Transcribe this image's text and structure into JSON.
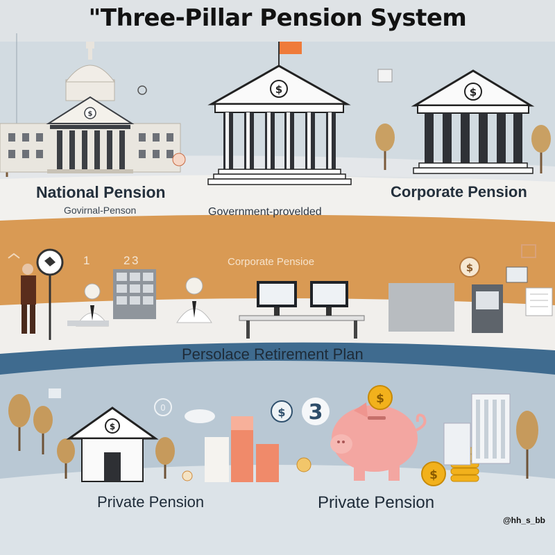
{
  "title": "\"Three-Pillar Pension System",
  "tier1": {
    "left_label": "National Pension",
    "left_sublabel": "Govirnal-Penson",
    "center_label": "Government-provelded",
    "right_label": "Corporate Pension"
  },
  "tier2": {
    "top_label": "Corporate Pensioe",
    "numbers": [
      "1",
      "2",
      "3"
    ],
    "bottom_label": "Persolace Retirement Plan"
  },
  "tier3": {
    "left_label": "Private Pension",
    "right_label": "Private Pension",
    "number": "3"
  },
  "coin_symbol": "$",
  "credit": "@hh_s_bb",
  "colors": {
    "tier1_band": "#f2f1ee",
    "tier2_band": "#d99a54",
    "tier3_band": "#3f6b8f",
    "coin": "#f2b11c",
    "piggy": "#f3a6a1",
    "flag": "#ef7b3a"
  }
}
